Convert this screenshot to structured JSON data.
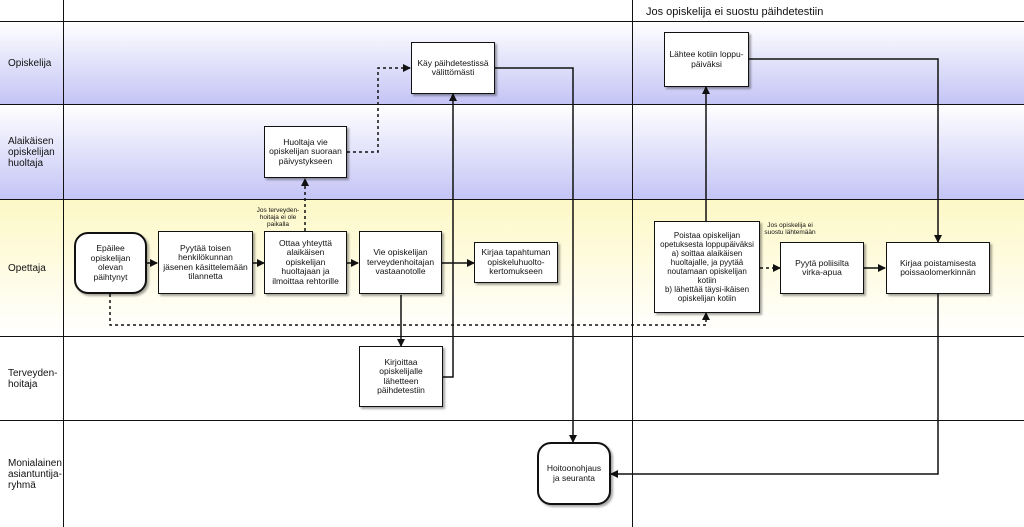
{
  "section_title": "Jos opiskelija ei suostu päihdetestiin",
  "lanes": [
    {
      "label": "Opiskelija"
    },
    {
      "label": "Alaikäisen\nopiskelijan\nhuoltaja"
    },
    {
      "label": "Opettaja"
    },
    {
      "label": "Terveyden-\nhoitaja"
    },
    {
      "label": "Monialainen\nasiantuntija-\nryhmä"
    }
  ],
  "nodes": {
    "epailee": "Epäilee opiskelijan olevan päihtynyt",
    "pyytaa_toisen": "Pyytää toisen henkilökunnan jäsenen käsittelemään tilannetta",
    "ottaa_yhteytta": "Ottaa yhteyttä alaikäisen opiskelijan huoltajaan ja ilmoittaa rehtorille",
    "vie_opiskelijan": "Vie opiskelijan terveydenhoitajan vastaanotolle",
    "kirjaa_tapahtuman": "Kirjaa tapahtuman opiskeluhuolto-kertomukseen",
    "huoltaja_vie": "Huoltaja vie opiskelijan suoraan päivystykseen",
    "kay_paihdetestissa": "Käy päihdetestissä välittömästi",
    "kirjoittaa_lahetteen": "Kirjoittaa opiskelijalle lähetteen päihdetestiin",
    "hoitoonohjaus": "Hoitoonohjaus ja seuranta",
    "lahtee_kotiin": "Lähtee kotiin loppu-päiväksi",
    "poistaa_opiskelijan": "Poistaa opiskelijan opetuksesta loppupäiväksi\na) soittaa alaikäisen huoltajalle, ja pyytää noutamaan opiskelijan kotiin\nb) lähettää täysi-ikäisen opiskelijan kotiin",
    "pyyta_poliisilta": "Pyytä poliisilta virka-apua",
    "kirjaa_poistamisesta": "Kirjaa poistamisesta poissaolomerkinnän"
  },
  "notes": {
    "terveydenhoitaja_ei_paikalla": "Jos terveyden-\nhoitaja ei ole\npaikalla",
    "opiskelija_ei_suostu_lahtemaan": "Jos opiskelija ei\nsuostu lähtemään"
  }
}
